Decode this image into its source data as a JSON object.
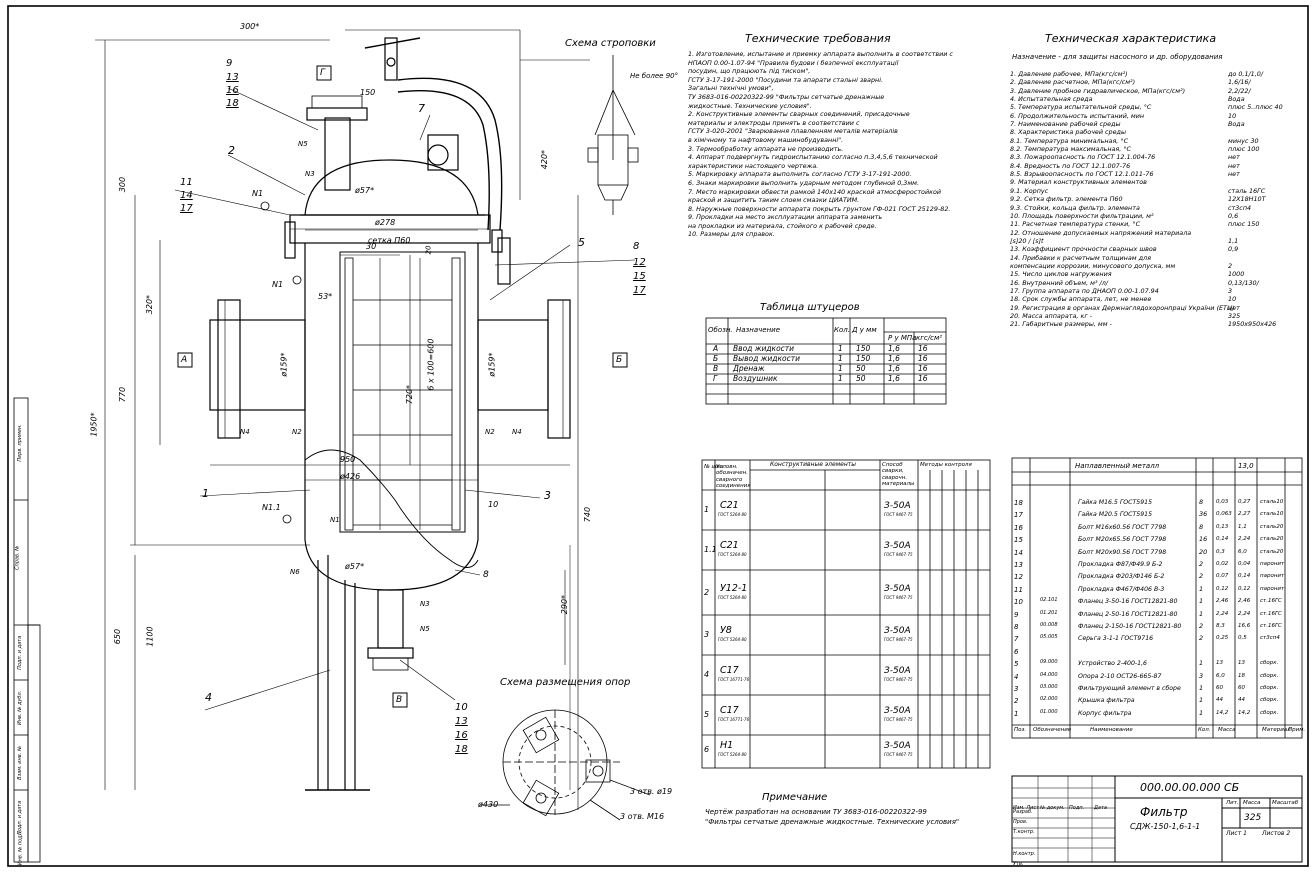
{
  "drawing": {
    "slinging_title": "Схема строповки",
    "tech_req_title": "Технические требования",
    "tech_char_title": "Техническая характеристика",
    "purpose": "Назначение - для защиты насосного и др. оборудования",
    "nozzles_title": "Таблица штуцеров",
    "supports_title": "Схема размещения опор",
    "notes_title": "Примечание",
    "notes": [
      "Чертёж разработан на основании ТУ 3683-016-00220322-99",
      "\"Фильтры сетчатые дренажные жидкостные. Технические условия\""
    ],
    "tech_requirements": [
      "1. Изготовление, испытание и приемку аппарата выполнить в соответствии с",
      "НПАОП 0.00-1.07-94 \"Правила будови і безпечної експлуатації",
      "посудин, що працюють під тиском\",",
      "ГСТУ 3-17-191-2000 \"Посудини та апарати стальні зварні.",
      "Загальні технічні умови\",",
      "ТУ 3683-016-00220322-99 \"Фильтры сетчатые дренажные",
      "жидкостные. Технические условия\".",
      "2. Конструктивные элементы сварных соединений, присадочные",
      "материалы и электроды принять в соответствии с",
      "ГСТУ 3-020-2001 \"Зварювання плавленням металів матеріалів",
      "в хімічному та нафтовому машинобудуванні\".",
      "3. Термообработку аппарата не производить.",
      "4. Аппарат подвергнуть гидроиспытанию согласно п.3,4,5,6 технической",
      "характеристики настоящего чертежа.",
      "5. Маркировку аппарата выполнить согласно ГСТУ 3-17-191-2000.",
      "6. Знаки маркировки выполнить ударным методом глубиной 0,3мм.",
      "7. Место маркировки обвести рамкой 140х140 краской атмосферостойкой",
      "краской и защитить таким слоем смазки ЦИАТИМ.",
      "8. Наружные поверхности аппарата покрыть грунтом ГФ-021 ГОСТ 25129-82.",
      "9. Прокладки на место эксплуатации аппарата заменить",
      "на прокладки из материала, стойкого к рабочей среде.",
      "10. Размеры для справок."
    ],
    "tech_characteristics": [
      {
        "label": "1. Давление рабочее, МПа(кгс/см²)",
        "value": "до 0,1/1,0/"
      },
      {
        "label": "2. Давление расчетное, МПа(кгс/см²)",
        "value": "1,6/16/"
      },
      {
        "label": "3. Давление пробное гидравлическое, МПа(кгс/см²)",
        "value": "2,2/22/"
      },
      {
        "label": "4. Испытательная среда",
        "value": "Вода"
      },
      {
        "label": "5. Температура испытательной среды, °С",
        "value": "плюс 5..плюс 40"
      },
      {
        "label": "6. Продолжительность испытаний, мин",
        "value": "10"
      },
      {
        "label": "7. Наименование рабочей среды",
        "value": "Вода"
      },
      {
        "label": "8. Характеристика рабочей среды",
        "value": ""
      },
      {
        "label": "8.1. Температура минимальная, °С",
        "value": "минус 30"
      },
      {
        "label": "8.2. Температура максимальная, °С",
        "value": "плюс 100"
      },
      {
        "label": "8.3. Пожароопасность по ГОСТ 12.1.004-76",
        "value": "нет"
      },
      {
        "label": "8.4. Вредность по ГОСТ 12.1.007-76",
        "value": "нет"
      },
      {
        "label": "8.5. Взрывоопасность по ГОСТ 12.1.011-76",
        "value": "нет"
      },
      {
        "label": "9. Материал конструктивных элементов",
        "value": ""
      },
      {
        "label": "9.1. Корпус",
        "value": "сталь 16ГС"
      },
      {
        "label": "9.2. Сетка фильтр. элемента П60",
        "value": "12Х18Н10Т"
      },
      {
        "label": "9.3. Стойки, кольца фильтр. элемента",
        "value": "ст3сп4"
      },
      {
        "label": "10. Площадь поверхности фильтрации, м²",
        "value": "0,6"
      },
      {
        "label": "11. Расчетная температура стенки, °С",
        "value": "плюс 150"
      },
      {
        "label": "12. Отношение допускаемых напряжений материала",
        "value": ""
      },
      {
        "label": "[s]20 / [s]t",
        "value": "1,1"
      },
      {
        "label": "13. Коэффициент прочности сварных швов",
        "value": "0,9"
      },
      {
        "label": "14. Прибавки к расчетным толщинам для",
        "value": ""
      },
      {
        "label": "компенсации коррозии, минусового допуска, мм",
        "value": "2"
      },
      {
        "label": "15. Число циклов нагружения",
        "value": "1000"
      },
      {
        "label": "16. Внутренний объем, м³ /л/",
        "value": "0,13/130/"
      },
      {
        "label": "17. Группа аппарата по ДНАОП 0.00-1.07.94",
        "value": "3"
      },
      {
        "label": "18. Срок службы аппарата, лет, не менее",
        "value": "10"
      },
      {
        "label": "19. Регистрация в органах Держнаглядохоронпраці України (ЕТЦ)",
        "value": "нет"
      },
      {
        "label": "20. Масса аппарата, кг -",
        "value": "325"
      },
      {
        "label": "21. Габаритные размеры, мм -",
        "value": "1950х950х426"
      }
    ],
    "nozzle_table": {
      "headers": [
        "Обозн.",
        "Назначение",
        "Кол.",
        "Д у мм",
        "Р у МПа",
        "кгс/см²"
      ],
      "rows": [
        [
          "А",
          "Ввод жидкости",
          "1",
          "150",
          "1,6",
          "16"
        ],
        [
          "Б",
          "Вывод жидкости",
          "1",
          "150",
          "1,6",
          "16"
        ],
        [
          "В",
          "Дренаж",
          "1",
          "50",
          "1,6",
          "16"
        ],
        [
          "Г",
          "Воздушник",
          "1",
          "50",
          "1,6",
          "16"
        ]
      ]
    },
    "weld_table": {
      "headers": [
        "№ шва",
        "Условн. обозначен. сварного соединения",
        "Конструктивные элементы",
        "Способ сварки, сварочн. материалы",
        "Методы контроля"
      ],
      "rows": [
        [
          "1",
          "С21",
          "ГОСТ 5264-80",
          "З-50А",
          "ГОСТ 9467-75"
        ],
        [
          "1.1",
          "С21",
          "ГОСТ 5264-80",
          "З-50А",
          "ГОСТ 9467-75"
        ],
        [
          "2",
          "У12-1",
          "ГОСТ 5264-80",
          "З-50А",
          "ГОСТ 9467-75"
        ],
        [
          "3",
          "У8",
          "ГОСТ 5264-80",
          "З-50А",
          "ГОСТ 9467-75"
        ],
        [
          "4",
          "С17",
          "ГОСТ 16771-76",
          "З-50А",
          "ГОСТ 9467-75"
        ],
        [
          "5",
          "С17",
          "ГОСТ 16771-76",
          "З-50А",
          "ГОСТ 9467-75"
        ],
        [
          "6",
          "Н1",
          "ГОСТ 5264-80",
          "З-50А",
          "ГОСТ 9467-75"
        ]
      ]
    },
    "bom": {
      "header": "Наплавленный металл",
      "header_mass": "13,0",
      "rows": [
        [
          "18",
          "",
          "Гайка М16.5  ГОСТ5915",
          "8",
          "0,03",
          "0,27",
          "сталь10"
        ],
        [
          "17",
          "",
          "Гайка М20.5  ГОСТ5915",
          "36",
          "0,063",
          "2,27",
          "сталь10"
        ],
        [
          "16",
          "",
          "Болт М16х60.56  ГОСТ 7798",
          "8",
          "0,13",
          "1,1",
          "сталь20"
        ],
        [
          "15",
          "",
          "Болт М20х65.56  ГОСТ 7798",
          "16",
          "0,14",
          "2,24",
          "сталь20"
        ],
        [
          "14",
          "",
          "Болт М20х90.56  ГОСТ 7798",
          "20",
          "0,3",
          "6,0",
          "сталь20"
        ],
        [
          "13",
          "",
          "Прокладка Ф87/Ф49.9  Б-2",
          "2",
          "0,02",
          "0,04",
          "паронит"
        ],
        [
          "12",
          "",
          "Прокладка Ф203/Ф146  Б-2",
          "2",
          "0,07",
          "0,14",
          "паронит"
        ],
        [
          "11",
          "",
          "Прокладка Ф467/Ф406  В-3",
          "1",
          "0,12",
          "0,12",
          "паронит"
        ],
        [
          "10",
          "02.101",
          "Фланец 3-50-16  ГОСТ12821-80",
          "1",
          "2,46",
          "2,46",
          "ст.16ГС"
        ],
        [
          "9",
          "01.201",
          "Фланец 2-50-16  ГОСТ12821-80",
          "1",
          "2,24",
          "2,24",
          "ст.16ГС"
        ],
        [
          "8",
          "00.008",
          "Фланец 2-150-16  ГОСТ12821-80",
          "2",
          "8,3",
          "16,6",
          "ст.16ГС"
        ],
        [
          "7",
          "05.005",
          "Серьга 3-1-1  ГОСТ9716",
          "2",
          "0,25",
          "0,5",
          "ст3сп4"
        ],
        [
          "6",
          "",
          "",
          "",
          "",
          "",
          ""
        ],
        [
          "5",
          "09.000",
          "Устройство 2-400-1,6",
          "1",
          "13",
          "13",
          "сборк."
        ],
        [
          "4",
          "04.000",
          "Опора 2-10  ОСТ26-665-87",
          "3",
          "6,0",
          "18",
          "сборк."
        ],
        [
          "3",
          "03.000",
          "Фильтрующий элемент в сборе",
          "1",
          "60",
          "60",
          "сборк."
        ],
        [
          "2",
          "02.000",
          "Крышка фильтра",
          "1",
          "44",
          "44",
          "сборк."
        ],
        [
          "1",
          "01.000",
          "Корпус фильтра",
          "1",
          "14,2",
          "14,2",
          "сборк."
        ]
      ],
      "footer": [
        "Поз.",
        "Обозначение",
        "Наименование",
        "Кол.",
        "Масса",
        "Материал",
        "Прим."
      ]
    },
    "title_block": {
      "code": "000.00.00.000 СБ",
      "name": "Фильтр",
      "subname": "СДЖ-150-1,6-1-1",
      "mass_label": "Масса",
      "scale_label": "Масштаб",
      "lit_label": "Лит.",
      "mass": "325",
      "sheet": "Лист 1",
      "sheets": "Листов 2",
      "rows": [
        "Изм. Лист",
        "№ докум.",
        "Подп.",
        "Дата",
        "Разраб.",
        "Пров.",
        "Т.контр.",
        "Н.контр.",
        "Утв."
      ]
    },
    "dims": {
      "d300": "300*",
      "d150": "150",
      "d300v": "300",
      "d420": "420*",
      "d57a": "ø57*",
      "d278": "ø278",
      "mesh": "сетка П60",
      "d30": "30",
      "d53": "53*",
      "d320": "320*",
      "d159a": "ø159*",
      "d159b": "ø159*",
      "d720": "720*",
      "d6x100": "6 х 100=600",
      "d770": "770",
      "d1950": "1950*",
      "d950": "950",
      "d426": "ø426",
      "d10": "10",
      "d740": "740",
      "d57b": "ø57*",
      "d290": "290*",
      "d650": "650",
      "d1100": "1100",
      "d20": "20",
      "d430": "ø430",
      "holes19": "3 отв. ø19",
      "holes16": "3 отв. М16",
      "not_more": "Не более 90°"
    },
    "labels": {
      "A": "А",
      "B": "Б",
      "V": "В",
      "G": "Г",
      "N1": "N1",
      "N11": "N1.1",
      "N2": "N2",
      "N3": "N3",
      "N4": "N4",
      "N5": "N5",
      "N6": "N6",
      "p1": "1",
      "p2": "2",
      "p3": "3",
      "p4": "4",
      "p5": "5",
      "p7": "7",
      "p8": "8",
      "p9": "9",
      "p13": "13",
      "p16": "16",
      "p18": "18",
      "p11": "11",
      "p14": "14",
      "p17": "17",
      "p8b": "8",
      "p12": "12",
      "p15": "15",
      "p17b": "17",
      "p10": "10",
      "p13b": "13",
      "p16b": "16",
      "p18b": "18"
    },
    "side_stamp": [
      "Перв. примен.",
      "Справ. №",
      "Подп. и дата",
      "Инв. № дубл.",
      "Взам. инв. №",
      "Подп. и дата",
      "Инв. № подл."
    ]
  }
}
